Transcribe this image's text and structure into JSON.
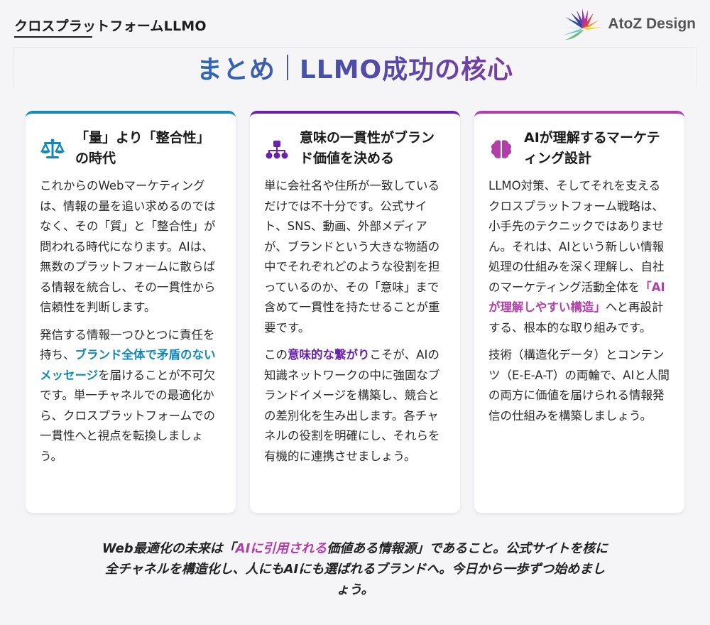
{
  "header": {
    "title": "クロスプラットフォームLLMO",
    "logo_text": "AtoZ Design"
  },
  "banner": {
    "left": "まとめ",
    "right": "LLMO成功の核心"
  },
  "colors": {
    "card1_accent": "#1288b5",
    "card2_accent": "#6a23a8",
    "card3_accent": "#b23fa8",
    "background": "#f5f5f8"
  },
  "cards": [
    {
      "icon": "scale-balance-icon",
      "title": "「量」より「整合性」の時代",
      "p1": "これからのWebマーケティングは、情報の量を追い求めるのではなく、その「質」と「整合性」が問われる時代になります。AIは、無数のプラットフォームに散らばる情報を統合し、その一貫性から信頼性を判断します。",
      "p2_before": "発信する情報一つひとつに責任を持ち、",
      "p2_highlight": "ブランド全体で矛盾のないメッセージ",
      "p2_after": "を届けることが不可欠です。単一チャネルでの最適化から、クロスプラットフォームでの一貫性へと視点を転換しましょう。"
    },
    {
      "icon": "sitemap-hierarchy-icon",
      "title": "意味の一貫性がブランド価値を決める",
      "p1": "単に会社名や住所が一致しているだけでは不十分です。公式サイト、SNS、動画、外部メディアが、ブランドという大きな物語の中でそれぞれどのような役割を担っているのか、その「意味」まで含めて一貫性を持たせることが重要です。",
      "p2_before": "この",
      "p2_highlight": "意味的な繋がり",
      "p2_after": "こそが、AIの知識ネットワークの中に強固なブランドイメージを構築し、競合との差別化を生み出します。各チャネルの役割を明確にし、それらを有機的に連携させましょう。"
    },
    {
      "icon": "brain-icon",
      "title": "AIが理解するマーケティング設計",
      "p1_before": "LLMO対策、そしてそれを支えるクロスプラットフォーム戦略は、小手先のテクニックではありません。それは、AIという新しい情報処理の仕組みを深く理解し、自社のマーケティング活動全体を",
      "p1_highlight": "「AIが理解しやすい構造」",
      "p1_after": "へと再設計する、根本的な取り組みです。",
      "p2": "技術（構造化データ）とコンテンツ（E-E-A-T）の両輪で、AIと人間の両方に価値を届けられる情報発信の仕組みを構築しましょう。"
    }
  ],
  "footer": {
    "before": "Web最適化の未来は「",
    "highlight": "AIに引用される",
    "after": "価値ある情報源」であること。公式サイトを核に全チャネルを構造化し、人にもAIにも選ばれるブランドへ。今日から一歩ずつ始めましょう。"
  }
}
